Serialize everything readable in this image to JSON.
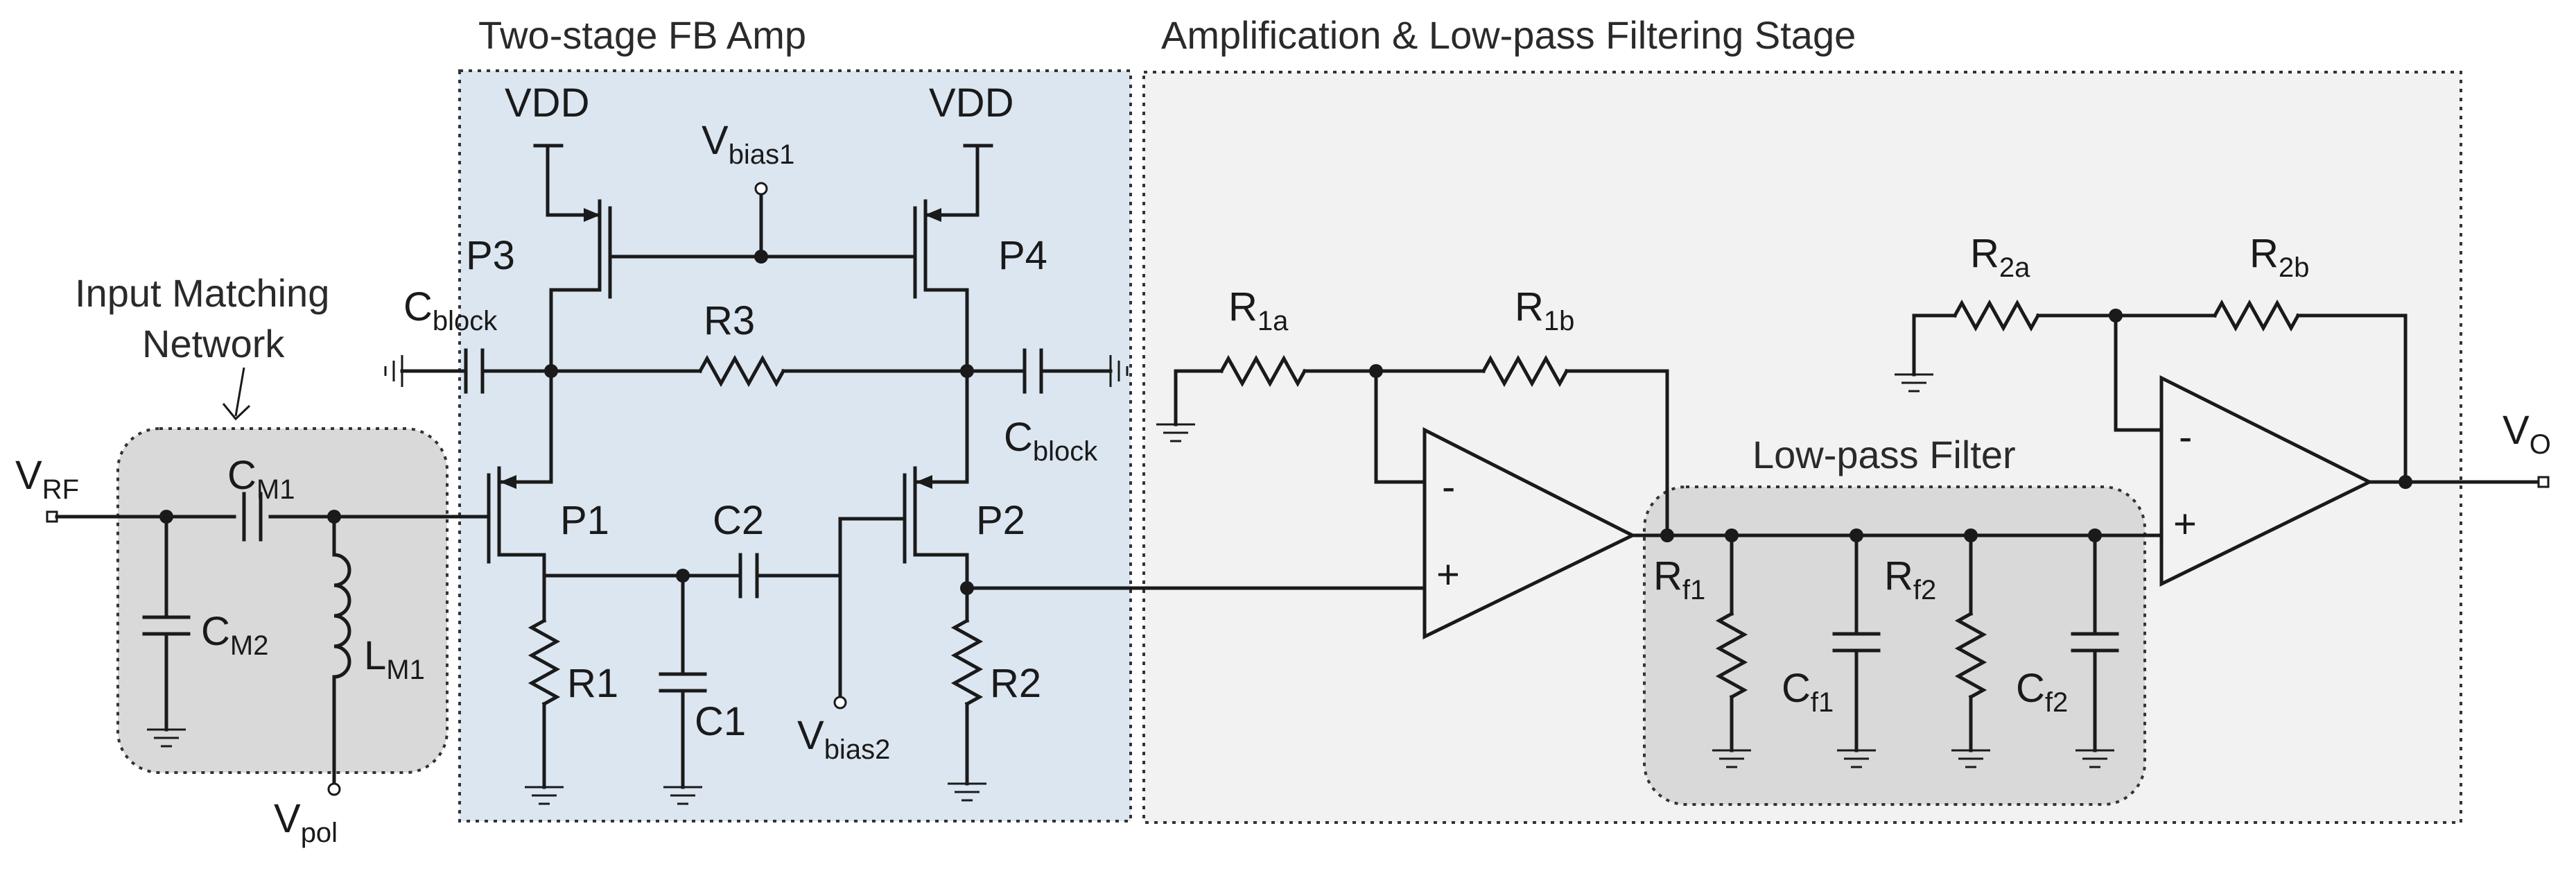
{
  "titles": {
    "fb_amp": "Two-stage FB Amp",
    "amp_stage": "Amplification & Low-pass Filtering Stage",
    "lpf": "Low-pass Filter",
    "imn_line1": "Input Matching",
    "imn_line2": "Network"
  },
  "supply": {
    "vdd_left": "VDD",
    "vdd_right": "VDD"
  },
  "transistors": {
    "p1": "P1",
    "p2": "P2",
    "p3": "P3",
    "p4": "P4"
  },
  "resistors": {
    "r1": "R1",
    "r2": "R2",
    "r3": "R3"
  },
  "capacitors": {
    "c1": "C1",
    "c2": "C2"
  },
  "subscripted": {
    "vrf": {
      "main": "V",
      "sub": "RF"
    },
    "vbias1": {
      "main": "V",
      "sub": "bias1"
    },
    "vbias2": {
      "main": "V",
      "sub": "bias2"
    },
    "vpol": {
      "main": "V",
      "sub": "pol"
    },
    "vo": {
      "main": "V",
      "sub": "O"
    },
    "cm1": {
      "main": "C",
      "sub": "M1"
    },
    "cm2": {
      "main": "C",
      "sub": "M2"
    },
    "lm1": {
      "main": "L",
      "sub": "M1"
    },
    "cblock_left": {
      "main": "C",
      "sub": "block"
    },
    "cblock_right": {
      "main": "C",
      "sub": "block"
    },
    "r1a": {
      "main": "R",
      "sub": "1a"
    },
    "r1b": {
      "main": "R",
      "sub": "1b"
    },
    "r2a": {
      "main": "R",
      "sub": "2a"
    },
    "r2b": {
      "main": "R",
      "sub": "2b"
    },
    "rf1": {
      "main": "R",
      "sub": "f1"
    },
    "rf2": {
      "main": "R",
      "sub": "f2"
    },
    "cf1": {
      "main": "C",
      "sub": "f1"
    },
    "cf2": {
      "main": "C",
      "sub": "f2"
    }
  },
  "opamp_signs": {
    "minus": "-",
    "plus": "+"
  },
  "colors": {
    "fb_amp_fill": "#dce6f1",
    "amp_stage_fill": "#f2f2f2",
    "region_fill": "#d9d9d9",
    "wire": "#1a1a1a"
  }
}
